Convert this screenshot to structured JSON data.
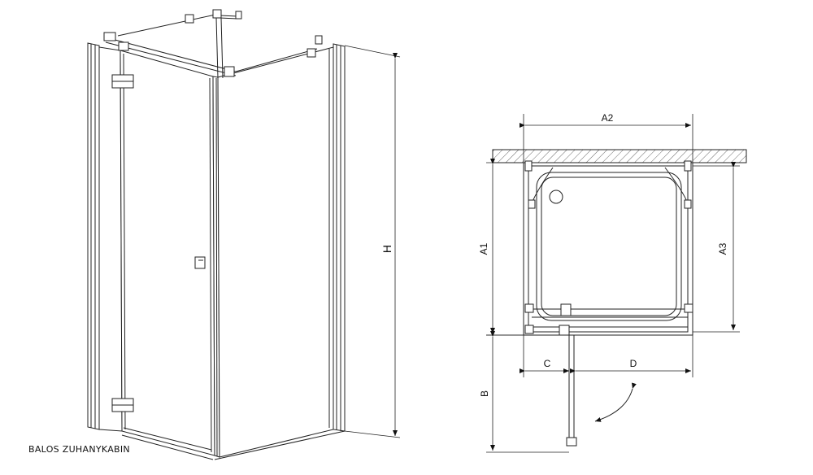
{
  "caption": "BALOS ZUHANYKABIN",
  "dimensions": {
    "height": "H",
    "width_a2": "A2",
    "depth_a1": "A1",
    "depth_a3": "A3",
    "door_swing_b": "B",
    "offset_c": "C",
    "offset_d": "D"
  }
}
